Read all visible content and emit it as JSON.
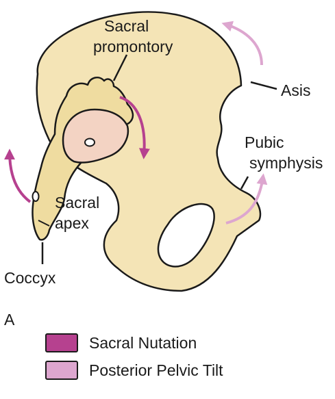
{
  "labels": {
    "sacral_promontory_line1": "Sacral",
    "sacral_promontory_line2": "promontory",
    "asis": "Asis",
    "pubic_symphysis_line1": "Pubic",
    "pubic_symphysis_line2": "symphysis",
    "sacral_apex_line1": "Sacral",
    "sacral_apex_line2": "apex",
    "coccyx": "Coccyx"
  },
  "panel_letter": "A",
  "legend": [
    {
      "label": "Sacral Nutation",
      "color": "#b6418f"
    },
    {
      "label": "Posterior Pelvic Tilt",
      "color": "#dda6cf"
    }
  ],
  "colors": {
    "bone": "#f4e4b6",
    "sacrum": "#efdca0",
    "sacral_body": "#f3d3c3",
    "outline": "#1a1a1a",
    "nutation_arrow": "#b6418f",
    "tilt_arrow": "#dda6cf"
  }
}
